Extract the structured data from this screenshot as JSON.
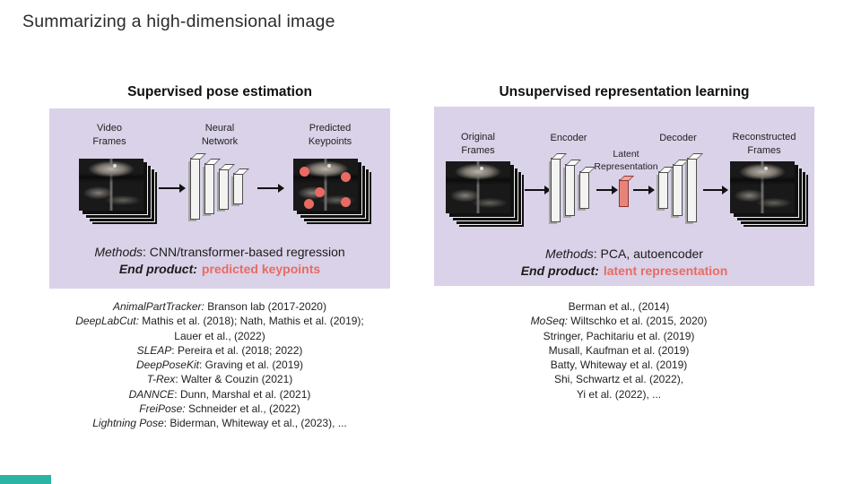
{
  "title": "Summarizing a high-dimensional image",
  "colors": {
    "panel_bg": "#d9d2e8",
    "accent": "#ea6a62",
    "teal": "#2bb3a3"
  },
  "left": {
    "header": "Supervised pose estimation",
    "label_input": "Video\nFrames",
    "label_model": "Neural\nNetwork",
    "label_output": "Predicted\nKeypoints",
    "methods_label": "Methods",
    "methods_text": ": CNN/transformer-based regression",
    "end_product_label": "End product:",
    "end_product_value": "predicted keypoints",
    "citations": [
      {
        "italic": "AnimalPartTracker:",
        "text": " Branson lab (2017-2020)"
      },
      {
        "italic": "DeepLabCut:",
        "text": " Mathis et al. (2018); Nath, Mathis et al. (2019);"
      },
      {
        "italic": "",
        "text": "Lauer et al., (2022)"
      },
      {
        "italic": "SLEAP",
        "text": ": Pereira et al. (2018; 2022)"
      },
      {
        "italic": "DeepPoseKit",
        "text": ": Graving et al. (2019)"
      },
      {
        "italic": "T-Rex",
        "text": ": Walter & Couzin (2021)"
      },
      {
        "italic": "DANNCE",
        "text": ": Dunn, Marshal et al. (2021)"
      },
      {
        "italic": "FreiPose:",
        "text": " Schneider et al., (2022)"
      },
      {
        "italic": "Lightning Pose",
        "text": ": Biderman, Whiteway et al., (2023), ..."
      }
    ]
  },
  "right": {
    "header": "Unsupervised representation learning",
    "label_input": "Original\nFrames",
    "label_encoder": "Encoder",
    "label_latent": "Latent\nRepresentation",
    "label_decoder": "Decoder",
    "label_output": "Reconstructed\nFrames",
    "methods_label": "Methods",
    "methods_text": ": PCA, autoencoder",
    "end_product_label": "End product:",
    "end_product_value": "latent representation",
    "citations": [
      {
        "italic": "",
        "text": "Berman et al., (2014)"
      },
      {
        "italic": "MoSeq:",
        "text": " Wiltschko et al. (2015, 2020)"
      },
      {
        "italic": "",
        "text": "Stringer, Pachitariu et al. (2019)"
      },
      {
        "italic": "",
        "text": "Musall, Kaufman et al. (2019)"
      },
      {
        "italic": "",
        "text": "Batty, Whiteway et al. (2019)"
      },
      {
        "italic": "",
        "text": "Shi, Schwartz et al. (2022),"
      },
      {
        "italic": "",
        "text": "Yi et al. (2022), ..."
      }
    ]
  }
}
